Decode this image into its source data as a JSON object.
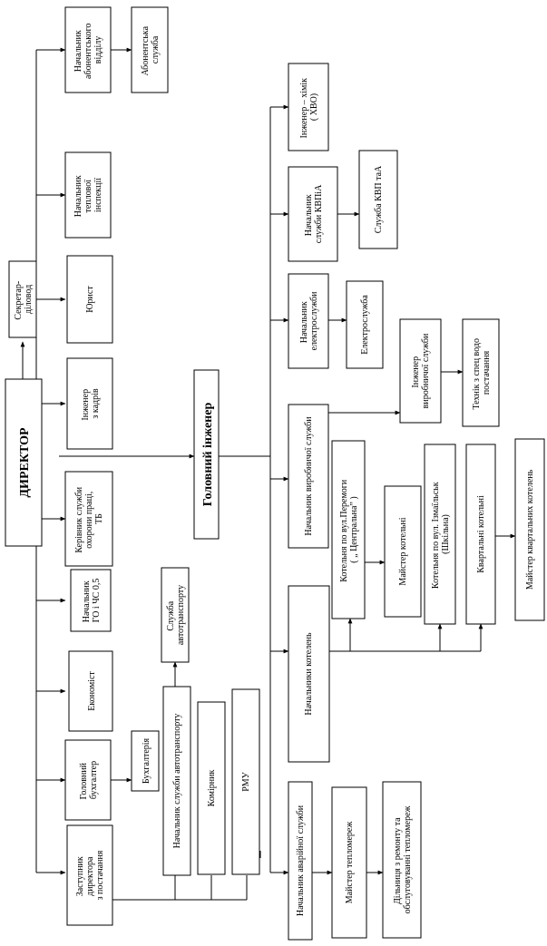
{
  "nodes": {
    "director": "ДИРЕКТОР",
    "secretary": [
      "Секретар-",
      "діловод"
    ],
    "head_abonent": [
      "Начальник",
      "абонентського",
      "відділу"
    ],
    "abonent_service": [
      "Абонентська",
      "служба"
    ],
    "head_heat_inspection": [
      "Начальник",
      "теплової",
      "інспекції"
    ],
    "lawyer": "Юрист",
    "hr_engineer": [
      "Інженер",
      "з кадрів"
    ],
    "labor_safety": [
      "Керівник служби",
      "охорони праці,",
      "ТБ"
    ],
    "civil_defense": [
      "Начальник",
      "ГО і ЧС 0,5"
    ],
    "economist": "Економіст",
    "chief_accountant": [
      "Головний",
      "бухгалтер"
    ],
    "accounting": "Бухгалтерія",
    "deputy_supply": [
      "Заступник",
      "директора",
      "з постачання"
    ],
    "head_transport": "Начальник служби автотранспорту",
    "transport_service": [
      "Служба",
      "автотранспорту"
    ],
    "storekeeper": "Комірник",
    "rmu": "РМУ",
    "chief_engineer": "Головний інженер",
    "chemist": [
      "Інженер – хімік",
      "( ХВО)"
    ],
    "head_kvpia": [
      "Начальник",
      "служби КВПіА"
    ],
    "kvpia_service": "Служба КВП таА",
    "head_electric": [
      "Начальник",
      "електрослужби"
    ],
    "electric_service": "Електрослужба",
    "head_production": "Начальник виробничої служби",
    "prod_engineer": [
      "Інженер",
      "виробничої служби"
    ],
    "water_tech": [
      "Технік з спец водо",
      "постачання"
    ],
    "boiler_peremohy": [
      "Котельня по вул.Перемоги",
      "( „ Центральна” )"
    ],
    "boiler_master": "Майстер котельні",
    "boiler_izmail": [
      "Котельня по вул. Ізмаїльськ",
      "(Шкільна)"
    ],
    "quarter_boilers": "Квартальні котельні",
    "quarter_master": "Майстер квартальних котелень",
    "head_boilers": "Начальники котелень",
    "head_emergency": "Начальник аварійної служби",
    "heatnet_master": "Майстер тепломереж",
    "repair_sections": [
      "Дільниця з ремонту та",
      "обслуговуванні тепломереж"
    ]
  }
}
